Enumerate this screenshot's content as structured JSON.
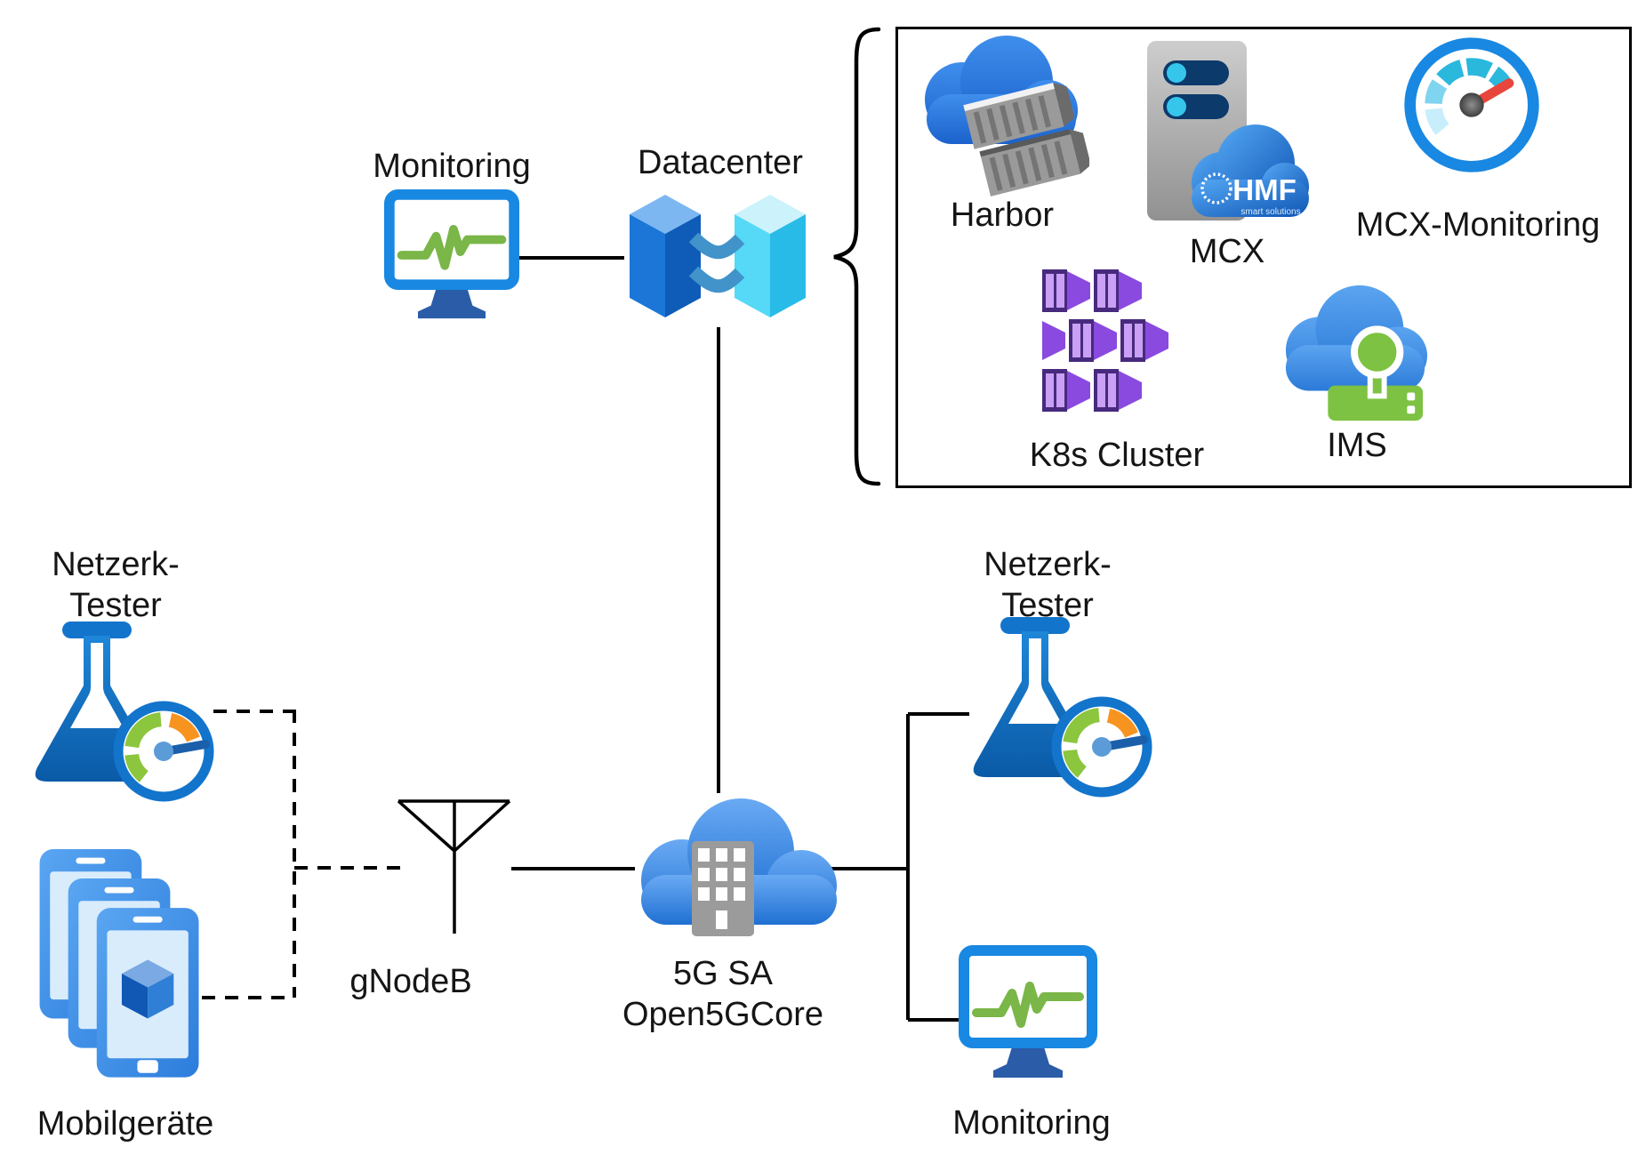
{
  "colors": {
    "accent-blue": "#1888e2",
    "dark-blue": "#2b5ca8",
    "pulse-green": "#7ab648",
    "flask-blue": "#0f6cc0",
    "k8s-purple": "#7c3fd4",
    "gauge-orange": "#f79420",
    "needle-red": "#e8463c",
    "gauge-teal": "#2ab8dc",
    "ims-lime": "#7dc242",
    "line-black": "#000000"
  },
  "nodes": {
    "monitoring_top": {
      "label": "Monitoring"
    },
    "datacenter": {
      "label": "Datacenter"
    },
    "tester_left": {
      "line1": "Netzerk-",
      "line2": "Tester"
    },
    "mobile": {
      "label": "Mobilgeräte"
    },
    "gnodeb": {
      "label": "gNodeB"
    },
    "core": {
      "line1": "5G SA",
      "line2": "Open5GCore"
    },
    "tester_right": {
      "line1": "Netzerk-",
      "line2": "Tester"
    },
    "monitoring_bottom": {
      "label": "Monitoring"
    }
  },
  "datacenter_group": {
    "harbor": {
      "label": "Harbor"
    },
    "mcx": {
      "label": "MCX",
      "logo": "HMF",
      "logo_sub": "smart solutions"
    },
    "mcx_monitoring": {
      "label": "MCX-Monitoring"
    },
    "k8s": {
      "label": "K8s Cluster"
    },
    "ims": {
      "label": "IMS"
    }
  },
  "connections": [
    "monitoring_top - datacenter",
    "datacenter - core",
    "datacenter { harbor, mcx, mcx_monitoring, k8s, ims",
    "tester_left -- gnodeb (dashed)",
    "mobile -- gnodeb (dashed)",
    "gnodeb - core",
    "core - tester_right",
    "core - monitoring_bottom"
  ]
}
